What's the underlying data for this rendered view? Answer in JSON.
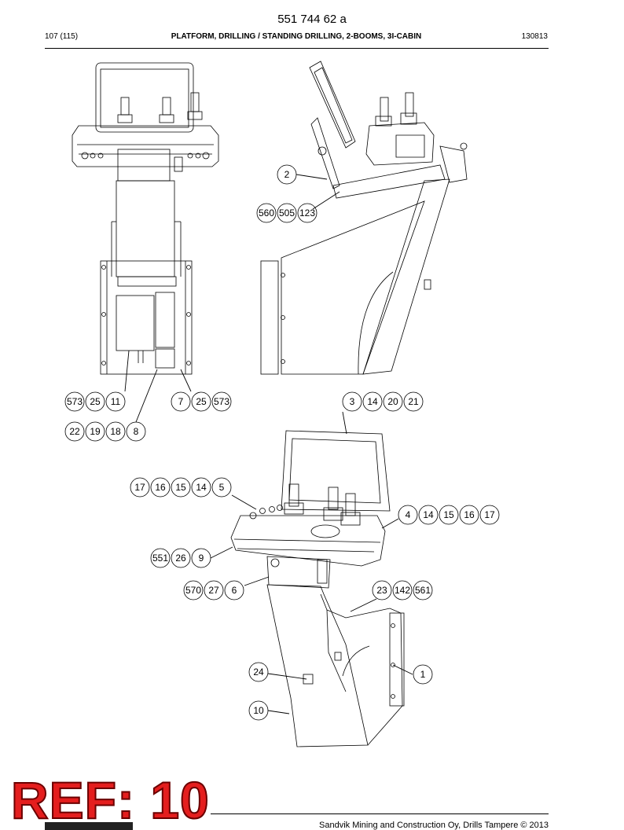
{
  "header": {
    "doc_number": "551 744 62 a",
    "page": "107 (115)",
    "title": "PLATFORM, DRILLING / STANDING DRILLING, 2-BOOMS, 3I-CABIN",
    "date": "130813"
  },
  "callouts": {
    "view_front": {
      "row_a": [
        "573",
        "25",
        "11"
      ],
      "row_b": [
        "7",
        "25",
        "573"
      ],
      "row_c": [
        "22",
        "19",
        "18",
        "8"
      ]
    },
    "view_side": {
      "single": "2",
      "row": [
        "560",
        "505",
        "123"
      ]
    },
    "view_iso": {
      "top": [
        "3",
        "14",
        "20",
        "21"
      ],
      "left_top": [
        "17",
        "16",
        "15",
        "14",
        "5"
      ],
      "right": [
        "4",
        "14",
        "15",
        "16",
        "17"
      ],
      "left_mid": [
        "551",
        "26",
        "9"
      ],
      "left_low": [
        "570",
        "27",
        "6"
      ],
      "right_low": [
        "23",
        "142",
        "561"
      ],
      "single_24": "24",
      "single_1": "1",
      "single_10": "10"
    }
  },
  "stamp": {
    "text": "REF: 10"
  },
  "footer": {
    "text": "Sandvik Mining and Construction Oy, Drills Tampere © 2013"
  }
}
